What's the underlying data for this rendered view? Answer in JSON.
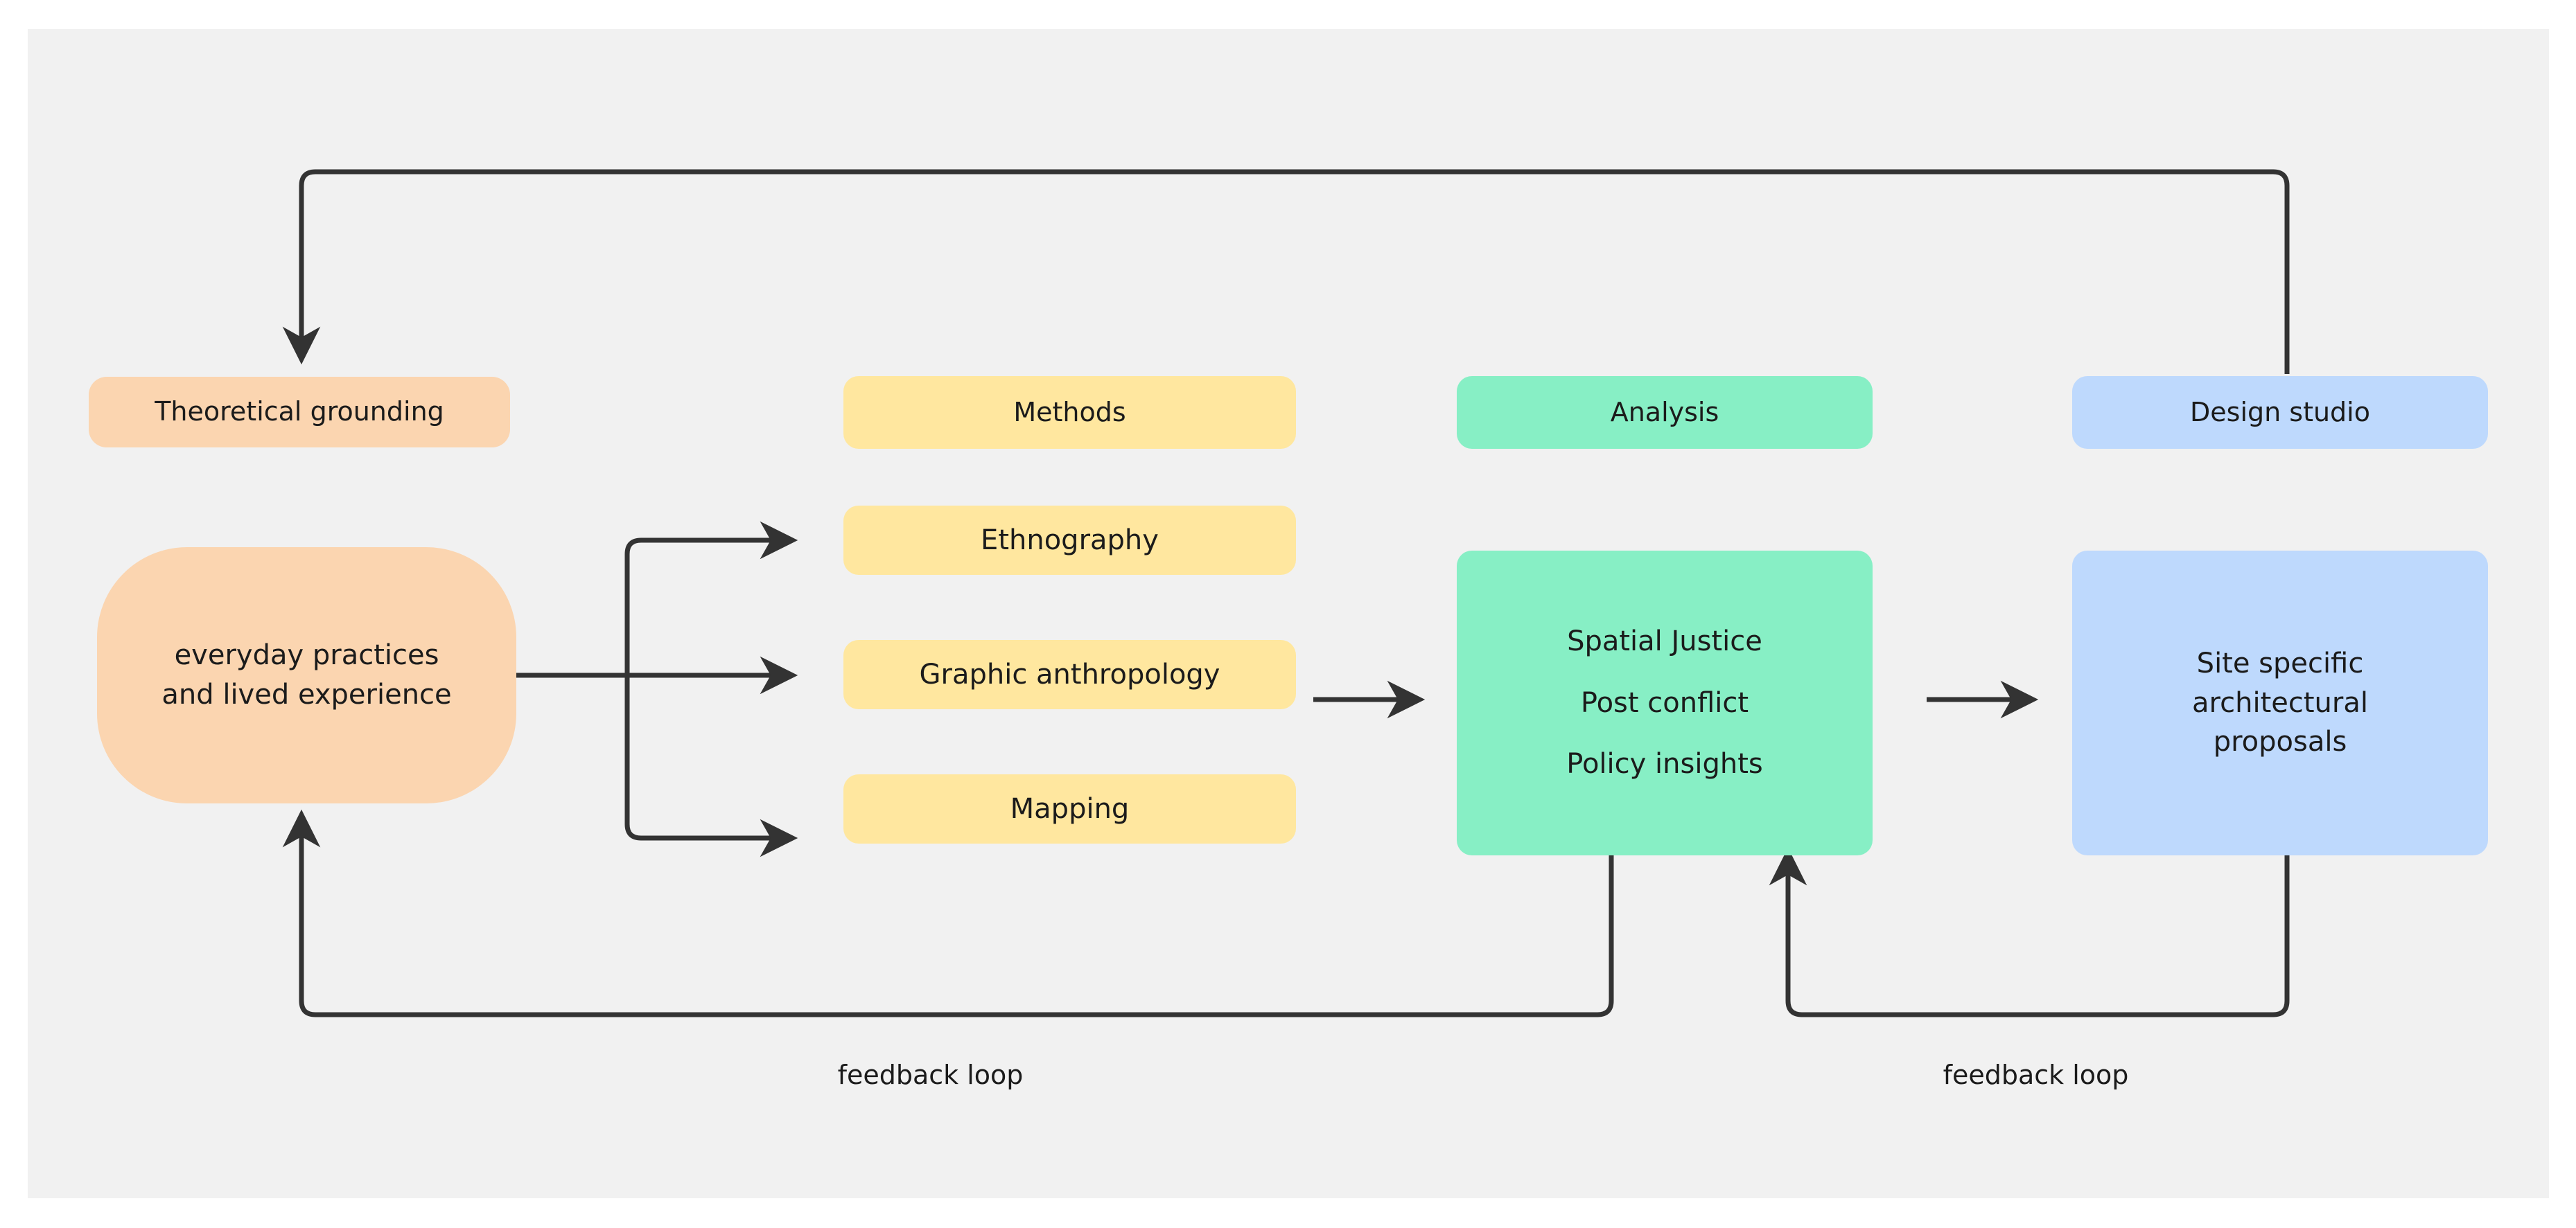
{
  "canvas": {
    "background": "#f1f1f1",
    "page_background": "#ffffff",
    "stroke_color": "#333333"
  },
  "palette": {
    "orange": "#fbd5b0",
    "yellow": "#ffe79f",
    "green": "#87efc5",
    "blue": "#bed9fd",
    "text": "#1b1b1b"
  },
  "columns": [
    {
      "key": "theory",
      "header": "Theoretical grounding",
      "color": "#fbd5b0"
    },
    {
      "key": "methods",
      "header": "Methods",
      "color": "#ffe79f"
    },
    {
      "key": "analysis",
      "header": "Analysis",
      "color": "#87efc5"
    },
    {
      "key": "studio",
      "header": "Design studio",
      "color": "#bed9fd"
    }
  ],
  "nodes": {
    "theoretical_grounding": {
      "label": "Theoretical grounding",
      "color": "#fbd5b0"
    },
    "everyday_practices": {
      "label": "everyday practices\nand lived experience",
      "color": "#fbd5b0"
    },
    "methods_header": {
      "label": "Methods",
      "color": "#ffe79f"
    },
    "ethnography": {
      "label": "Ethnography",
      "color": "#ffe79f"
    },
    "graphic_anthropology": {
      "label": "Graphic anthropology",
      "color": "#ffe79f"
    },
    "mapping": {
      "label": "Mapping",
      "color": "#ffe79f"
    },
    "analysis_header": {
      "label": "Analysis",
      "color": "#87efc5"
    },
    "analysis_body": {
      "color": "#87efc5",
      "lines": [
        "Spatial Justice",
        "Post conflict",
        "Policy insights"
      ]
    },
    "design_studio_header": {
      "label": "Design studio",
      "color": "#bed9fd"
    },
    "design_studio_body": {
      "label": "Site specific\narchitectural\nproposals",
      "color": "#bed9fd"
    }
  },
  "edge_labels": {
    "feedback_loop_left": "feedback loop",
    "feedback_loop_right": "feedback loop"
  },
  "connections": [
    {
      "from": "everyday_practices",
      "to": "ethnography",
      "type": "arrow"
    },
    {
      "from": "everyday_practices",
      "to": "graphic_anthropology",
      "type": "arrow"
    },
    {
      "from": "everyday_practices",
      "to": "mapping",
      "type": "arrow"
    },
    {
      "from": "graphic_anthropology",
      "to": "analysis_body",
      "type": "arrow"
    },
    {
      "from": "analysis_body",
      "to": "design_studio_body",
      "type": "arrow"
    },
    {
      "from": "analysis_body",
      "to": "everyday_practices",
      "type": "feedback",
      "label": "feedback loop"
    },
    {
      "from": "design_studio_body",
      "to": "analysis_body",
      "type": "feedback",
      "label": "feedback loop"
    },
    {
      "from": "design_studio_header",
      "to": "theoretical_grounding",
      "type": "feedback"
    }
  ]
}
